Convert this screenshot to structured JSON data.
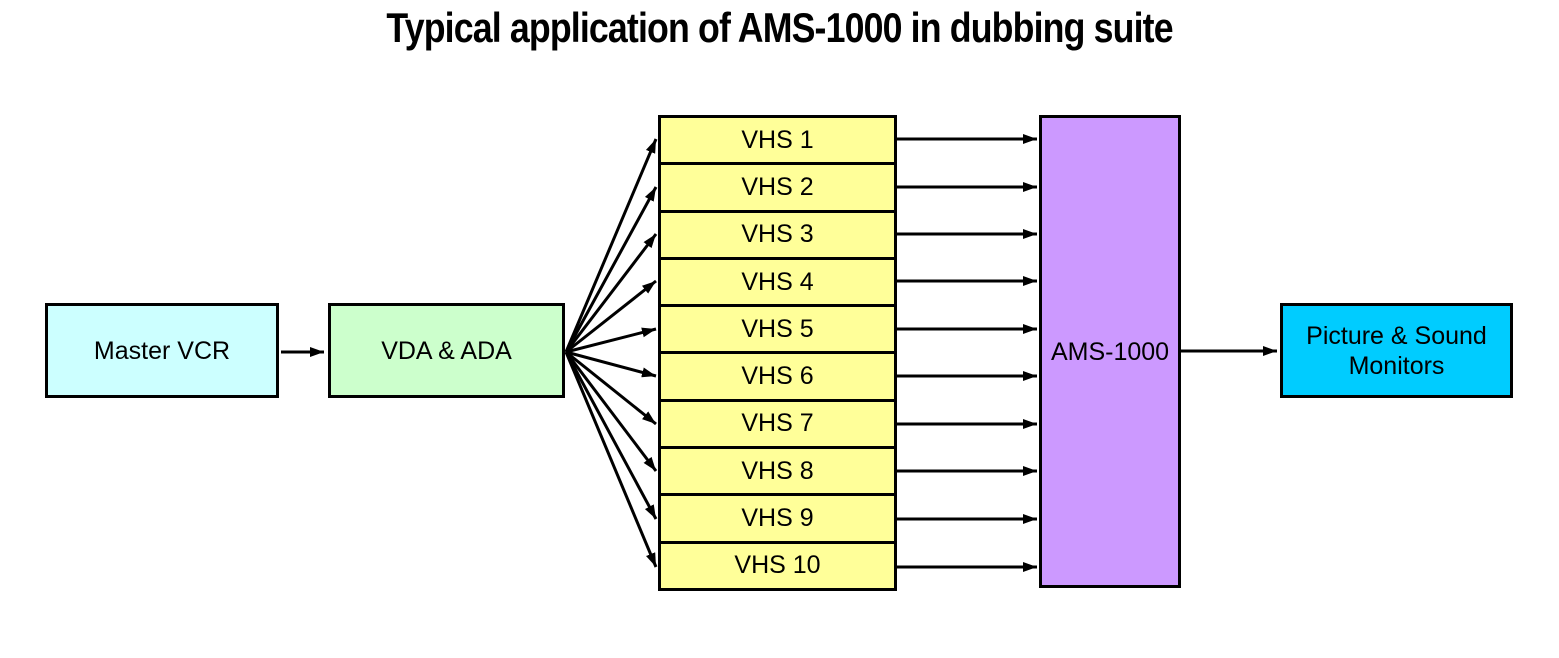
{
  "title": "Typical application of AMS-1000 in dubbing suite",
  "nodes": {
    "master_vcr": "Master VCR",
    "vda_ada": "VDA & ADA",
    "vhs_recorders": [
      "VHS 1",
      "VHS 2",
      "VHS 3",
      "VHS 4",
      "VHS 5",
      "VHS 6",
      "VHS 7",
      "VHS 8",
      "VHS 9",
      "VHS 10"
    ],
    "ams": "AMS-1000",
    "monitors": "Picture & Sound Monitors"
  },
  "connections": [
    {
      "from": "Master VCR",
      "to": "VDA & ADA"
    },
    {
      "from": "VDA & ADA",
      "to": "VHS 1"
    },
    {
      "from": "VDA & ADA",
      "to": "VHS 2"
    },
    {
      "from": "VDA & ADA",
      "to": "VHS 3"
    },
    {
      "from": "VDA & ADA",
      "to": "VHS 4"
    },
    {
      "from": "VDA & ADA",
      "to": "VHS 5"
    },
    {
      "from": "VDA & ADA",
      "to": "VHS 6"
    },
    {
      "from": "VDA & ADA",
      "to": "VHS 7"
    },
    {
      "from": "VDA & ADA",
      "to": "VHS 8"
    },
    {
      "from": "VDA & ADA",
      "to": "VHS 9"
    },
    {
      "from": "VDA & ADA",
      "to": "VHS 10"
    },
    {
      "from": "VHS 1",
      "to": "AMS-1000"
    },
    {
      "from": "VHS 2",
      "to": "AMS-1000"
    },
    {
      "from": "VHS 3",
      "to": "AMS-1000"
    },
    {
      "from": "VHS 4",
      "to": "AMS-1000"
    },
    {
      "from": "VHS 5",
      "to": "AMS-1000"
    },
    {
      "from": "VHS 6",
      "to": "AMS-1000"
    },
    {
      "from": "VHS 7",
      "to": "AMS-1000"
    },
    {
      "from": "VHS 8",
      "to": "AMS-1000"
    },
    {
      "from": "VHS 9",
      "to": "AMS-1000"
    },
    {
      "from": "VHS 10",
      "to": "AMS-1000"
    },
    {
      "from": "AMS-1000",
      "to": "Picture & Sound Monitors"
    }
  ],
  "colors": {
    "master_vcr_fill": "#CCFFFF",
    "vda_ada_fill": "#CCFFCC",
    "vhs_fill": "#FFFF99",
    "ams_fill": "#CC99FF",
    "monitors_fill": "#00CCFF",
    "border": "#000000",
    "arrow": "#000000",
    "text": "#000000",
    "background": "#FFFFFF"
  }
}
